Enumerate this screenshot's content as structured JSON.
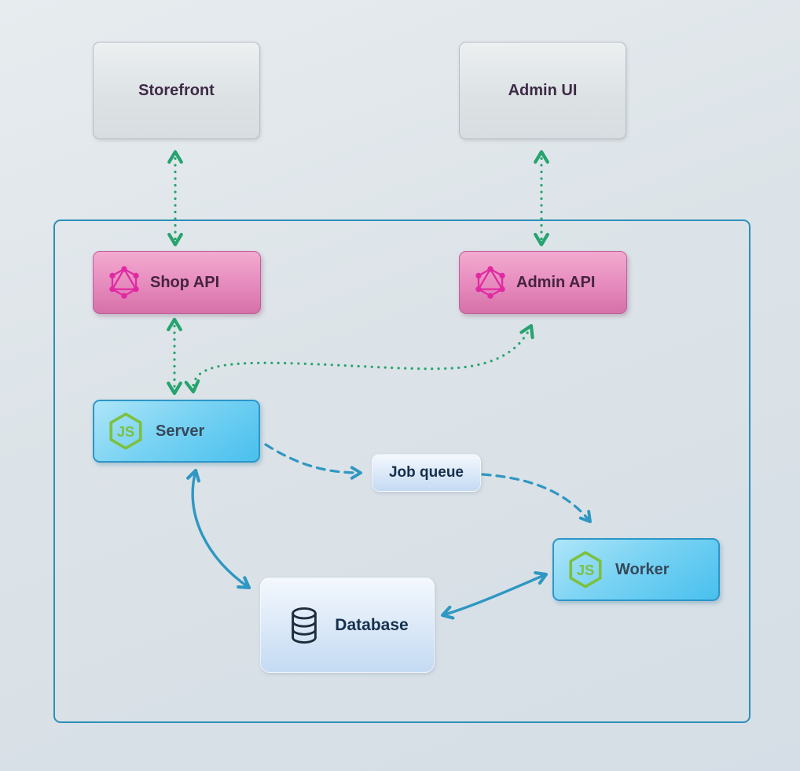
{
  "diagram": {
    "title": "Server architecture diagram",
    "nodes": {
      "storefront": {
        "label": "Storefront"
      },
      "admin_ui": {
        "label": "Admin UI"
      },
      "shop_api": {
        "label": "Shop API",
        "icon": "graphql-icon"
      },
      "admin_api": {
        "label": "Admin API",
        "icon": "graphql-icon"
      },
      "server": {
        "label": "Server",
        "icon": "nodejs-icon"
      },
      "job_queue": {
        "label": "Job queue"
      },
      "worker": {
        "label": "Worker",
        "icon": "nodejs-icon"
      },
      "database": {
        "label": "Database",
        "icon": "database-icon"
      }
    },
    "nodejs_icon_text": "JS",
    "edges": [
      {
        "from": "Storefront",
        "to": "Shop API",
        "style": "dotted",
        "color": "green",
        "bidirectional": true
      },
      {
        "from": "Admin UI",
        "to": "Admin API",
        "style": "dotted",
        "color": "green",
        "bidirectional": true
      },
      {
        "from": "Shop API",
        "to": "Server",
        "style": "dotted",
        "color": "green",
        "bidirectional": true
      },
      {
        "from": "Server",
        "to": "Admin API",
        "style": "dotted",
        "color": "green",
        "bidirectional": true
      },
      {
        "from": "Server",
        "to": "Job queue",
        "style": "dashed",
        "color": "blue",
        "bidirectional": false
      },
      {
        "from": "Job queue",
        "to": "Worker",
        "style": "dashed",
        "color": "blue",
        "bidirectional": false
      },
      {
        "from": "Server",
        "to": "Database",
        "style": "solid",
        "color": "blue",
        "bidirectional": true
      },
      {
        "from": "Worker",
        "to": "Database",
        "style": "solid",
        "color": "blue",
        "bidirectional": true
      }
    ],
    "colors": {
      "green_arrow": "#26a36e",
      "blue_arrow": "#2f97c2",
      "container_border": "#2e8fb8",
      "graphql_pink": "#e02aa2",
      "nodejs_green": "#7cc13f",
      "pink_node": "#e68abd",
      "blue_node": "#49c0ee",
      "light_node": "#c4daf3",
      "gray_node": "#dde2e5"
    }
  }
}
